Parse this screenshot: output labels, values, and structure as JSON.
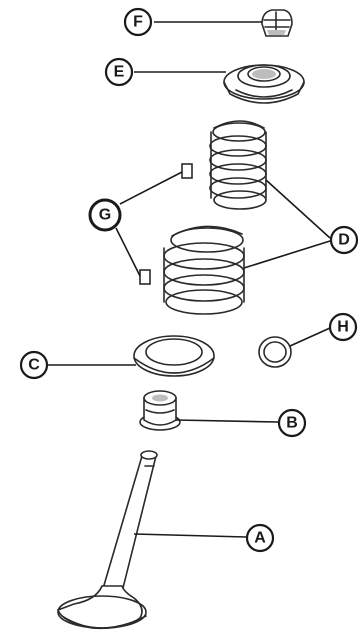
{
  "callouts": {
    "a": "A",
    "b": "B",
    "c": "C",
    "d": "D",
    "e": "E",
    "f": "F",
    "g": "G",
    "h": "H"
  },
  "parts": {
    "a": "valve",
    "b": "valve-stem-seal",
    "c": "spring-seat",
    "d": "valve-springs",
    "e": "spring-retainer",
    "f": "valve-cotters",
    "h": "o-ring"
  }
}
